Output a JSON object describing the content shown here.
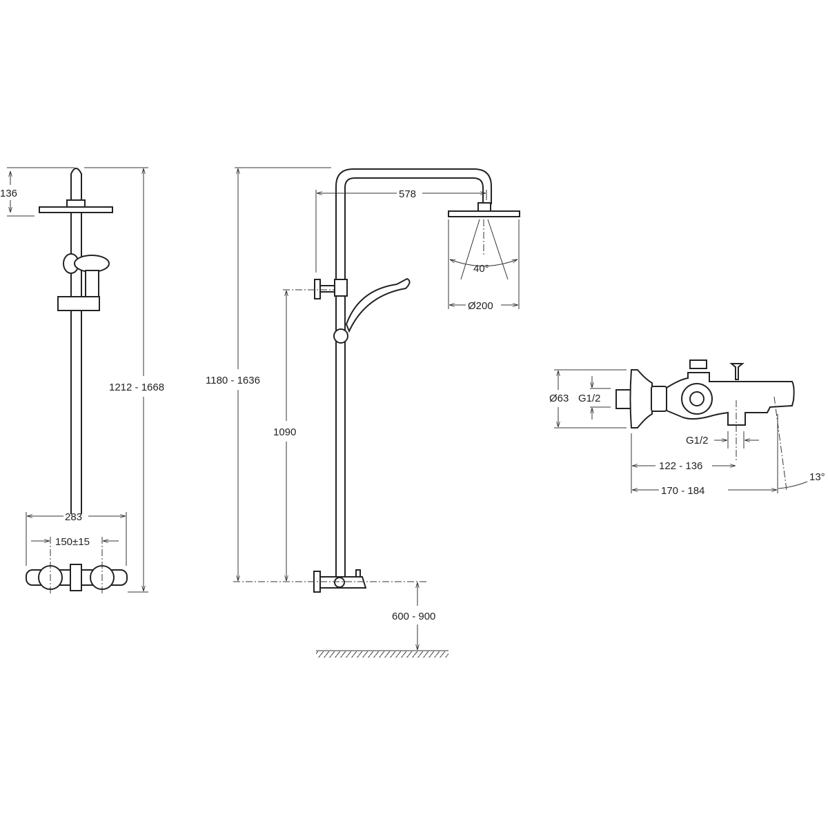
{
  "title": "Thermostatic shower column dimensional drawing",
  "front_view": {
    "top_height": "136",
    "total_height": "1212 - 1668",
    "width": "283",
    "inlet_spacing": "150±15"
  },
  "side_view": {
    "arm_reach": "578",
    "spray_angle": "40°",
    "head_diameter": "Ø200",
    "total_height": "1180 - 1636",
    "slider_height": "1090",
    "mount_height": "600 - 900"
  },
  "mixer_view": {
    "flange_diameter": "Ø63",
    "inlet_thread": "G1/2",
    "outlet_thread": "G1/2",
    "outlet_offset": "122 - 136",
    "spout_length": "170 - 184",
    "spout_angle": "13°"
  },
  "colors": {
    "line": "#222222",
    "background": "#ffffff"
  }
}
